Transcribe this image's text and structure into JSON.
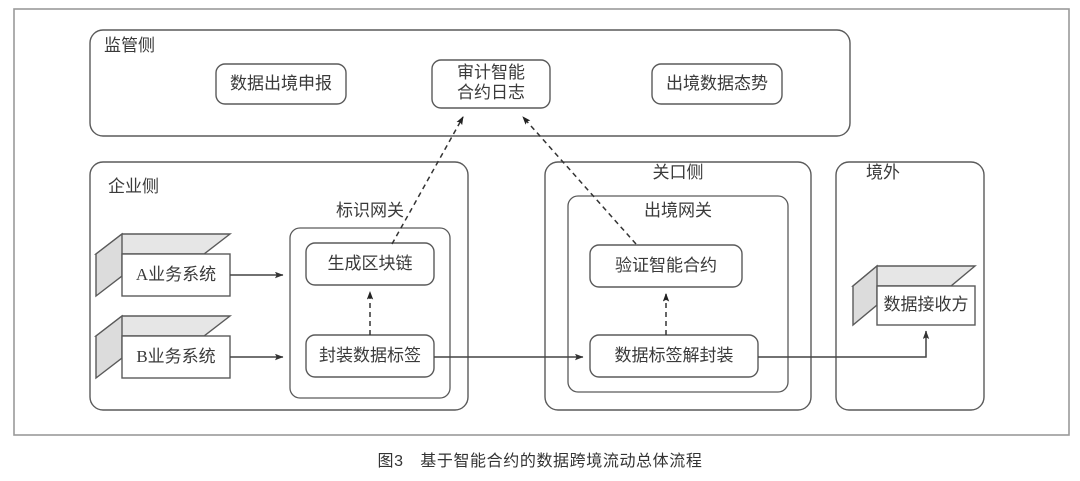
{
  "figure": {
    "caption_number": "图3",
    "caption_title": "基于智能合约的数据跨境流动总体流程",
    "caption_full": "图3　基于智能合约的数据跨境流动总体流程"
  },
  "colors": {
    "box_stroke": "#5a5a5a",
    "frame_stroke": "#9a9a9a",
    "text": "#3a3a3a",
    "line": "#444444",
    "cube_top": "#e6e6e6",
    "cube_side": "#dcdcdc",
    "background": "#ffffff"
  },
  "zones": {
    "regulator": {
      "label": "监管侧",
      "nodes": [
        {
          "id": "declaration",
          "label": "数据出境申报"
        },
        {
          "id": "audit-log",
          "label_line1": "审计智能",
          "label_line2": "合约日志"
        },
        {
          "id": "outbound-posture",
          "label": "出境数据态势"
        }
      ]
    },
    "enterprise": {
      "label": "企业侧",
      "gateway": {
        "label": "标识网关",
        "nodes": [
          {
            "id": "generate-blockchain",
            "label": "生成区块链"
          },
          {
            "id": "encapsulate-tag",
            "label": "封装数据标签"
          }
        ]
      },
      "systems": [
        {
          "id": "system-a",
          "label": "A业务系统"
        },
        {
          "id": "system-b",
          "label": "B业务系统"
        }
      ]
    },
    "customs": {
      "label": "关口侧",
      "gateway": {
        "label": "出境网关",
        "nodes": [
          {
            "id": "verify-contract",
            "label": "验证智能合约"
          },
          {
            "id": "decapsulate-tag",
            "label": "数据标签解封装"
          }
        ]
      }
    },
    "overseas": {
      "label": "境外",
      "nodes": [
        {
          "id": "data-receiver",
          "label": "数据接收方"
        }
      ]
    }
  },
  "flows": {
    "solid": [
      {
        "from": "system-a",
        "to": "identification-gateway"
      },
      {
        "from": "system-b",
        "to": "identification-gateway"
      },
      {
        "from": "encapsulate-tag",
        "to": "decapsulate-tag"
      },
      {
        "from": "decapsulate-tag",
        "to": "data-receiver"
      }
    ],
    "dashed": [
      {
        "from": "encapsulate-tag",
        "to": "generate-blockchain"
      },
      {
        "from": "decapsulate-tag",
        "to": "verify-contract"
      },
      {
        "from": "generate-blockchain",
        "to": "audit-log"
      },
      {
        "from": "verify-contract",
        "to": "audit-log"
      }
    ]
  }
}
